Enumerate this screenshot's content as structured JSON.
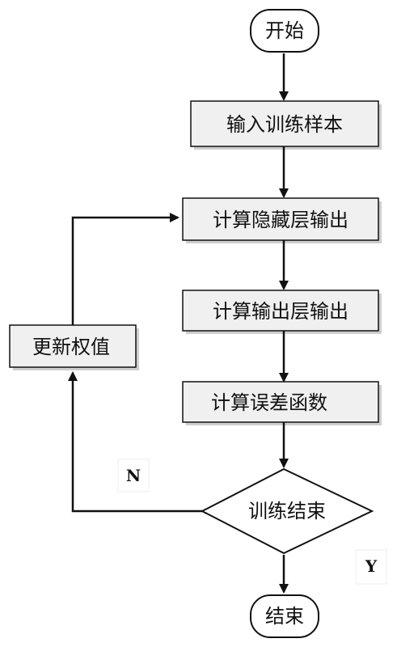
{
  "flowchart": {
    "start": "开始",
    "input_samples": "输入训练样本",
    "calc_hidden_output": "计算隐藏层输出",
    "calc_output_layer": "计算输出层输出",
    "calc_error": "计算误差函数",
    "decision": "训练结束",
    "update_weights": "更新权值",
    "end": "结束",
    "label_no": "N",
    "label_yes": "Y"
  }
}
